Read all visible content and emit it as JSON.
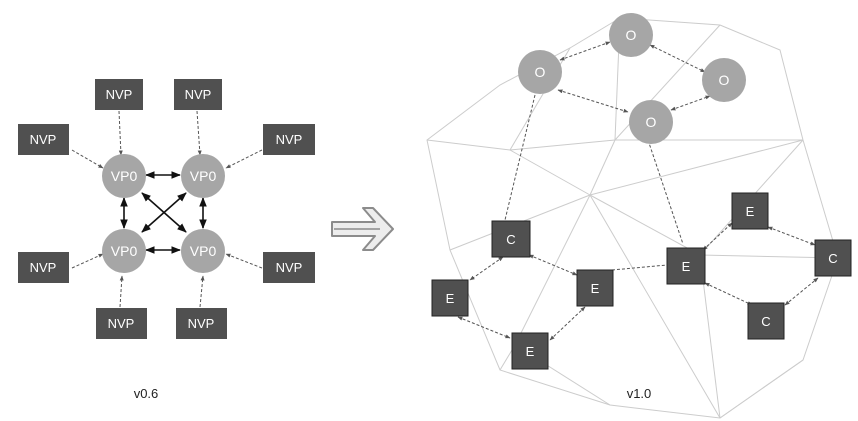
{
  "left": {
    "nvp_label": "NVP",
    "vp0_label": "VP0",
    "caption": "v0.6"
  },
  "right": {
    "o_label": "O",
    "c_label": "C",
    "e_label": "E",
    "caption": "v1.0"
  },
  "colors": {
    "box_fill": "#505050",
    "circle_fill": "#a6a6a6",
    "mesh_line": "#cccccc",
    "arrow_solid": "#111111",
    "arrow_dashed": "#555555",
    "transition_arrow": "#8c8c8c"
  }
}
